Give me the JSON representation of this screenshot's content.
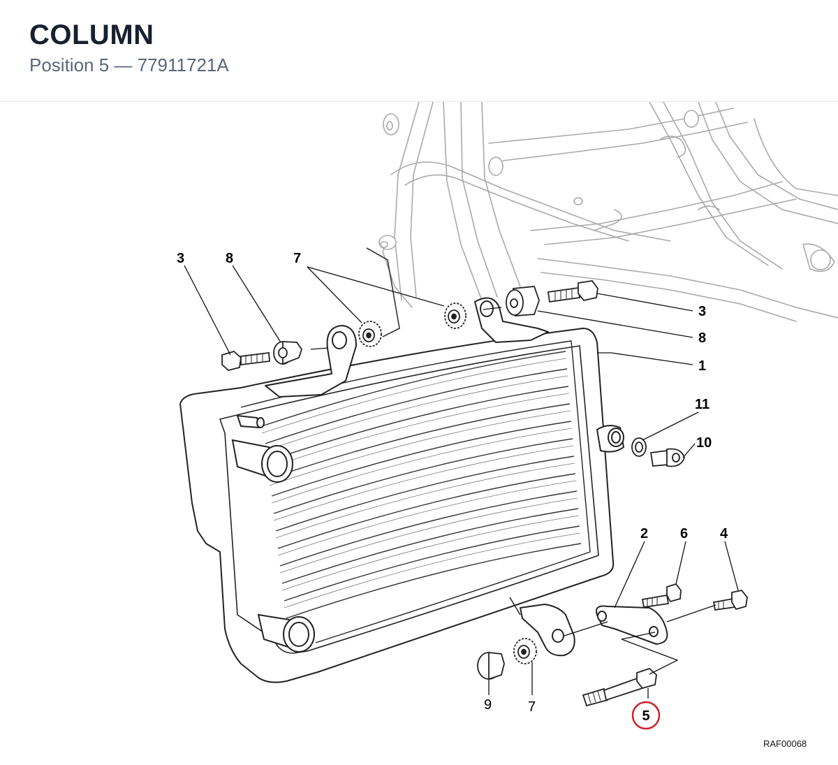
{
  "header": {
    "title": "COLUMN",
    "subtitle": "Position 5 — 77911721A"
  },
  "callouts": {
    "c3_top_left": "3",
    "c8_top_left": "8",
    "c7_top": "7",
    "c3_right": "3",
    "c8_right": "8",
    "c1": "1",
    "c11": "11",
    "c10": "10",
    "c2": "2",
    "c6": "6",
    "c4": "4",
    "c9": "9",
    "c7_bottom": "7",
    "c5_selected": "5"
  },
  "selected_position": "5",
  "highlight_color": "#d0212b",
  "drawing_code": "RAF00068"
}
